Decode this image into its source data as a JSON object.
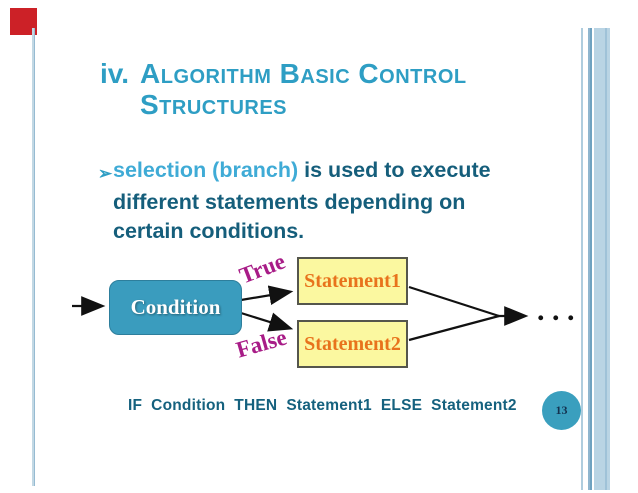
{
  "slide": {
    "title": {
      "numeral": "iv.",
      "line1": "Algorithm Basic Control",
      "line2": "Structures"
    },
    "bullet": {
      "marker": "➢",
      "highlight": "selection (branch) ",
      "line1_rest": "is used to execute",
      "line2": "different statements depending on",
      "line3": "certain conditions."
    },
    "diagram": {
      "condition_label": "Condition",
      "true_label": "True",
      "false_label": "False",
      "statement1_label": "Statement1",
      "statement2_label": "Statement2",
      "ellipsis": ". . ."
    },
    "pseudocode": "IF  Condition  THEN  Statement1  ELSE  Statement2",
    "page_number": "13",
    "colors": {
      "title_text": "#2e9ec4",
      "bullet_highlight": "#3fabd6",
      "bullet_text": "#155e7b",
      "condition_fill": "#3a9cbe",
      "statement_fill": "#fbf8a0",
      "statement_text": "#e8731c",
      "branch_label": "#a81c87",
      "pseudocode_text": "#15617e",
      "page_circle": "#3a9fbe",
      "accent_bar": "#b9d4e4",
      "corner_marker_red": "#cc2127",
      "arrow_stroke": "#111111"
    }
  }
}
